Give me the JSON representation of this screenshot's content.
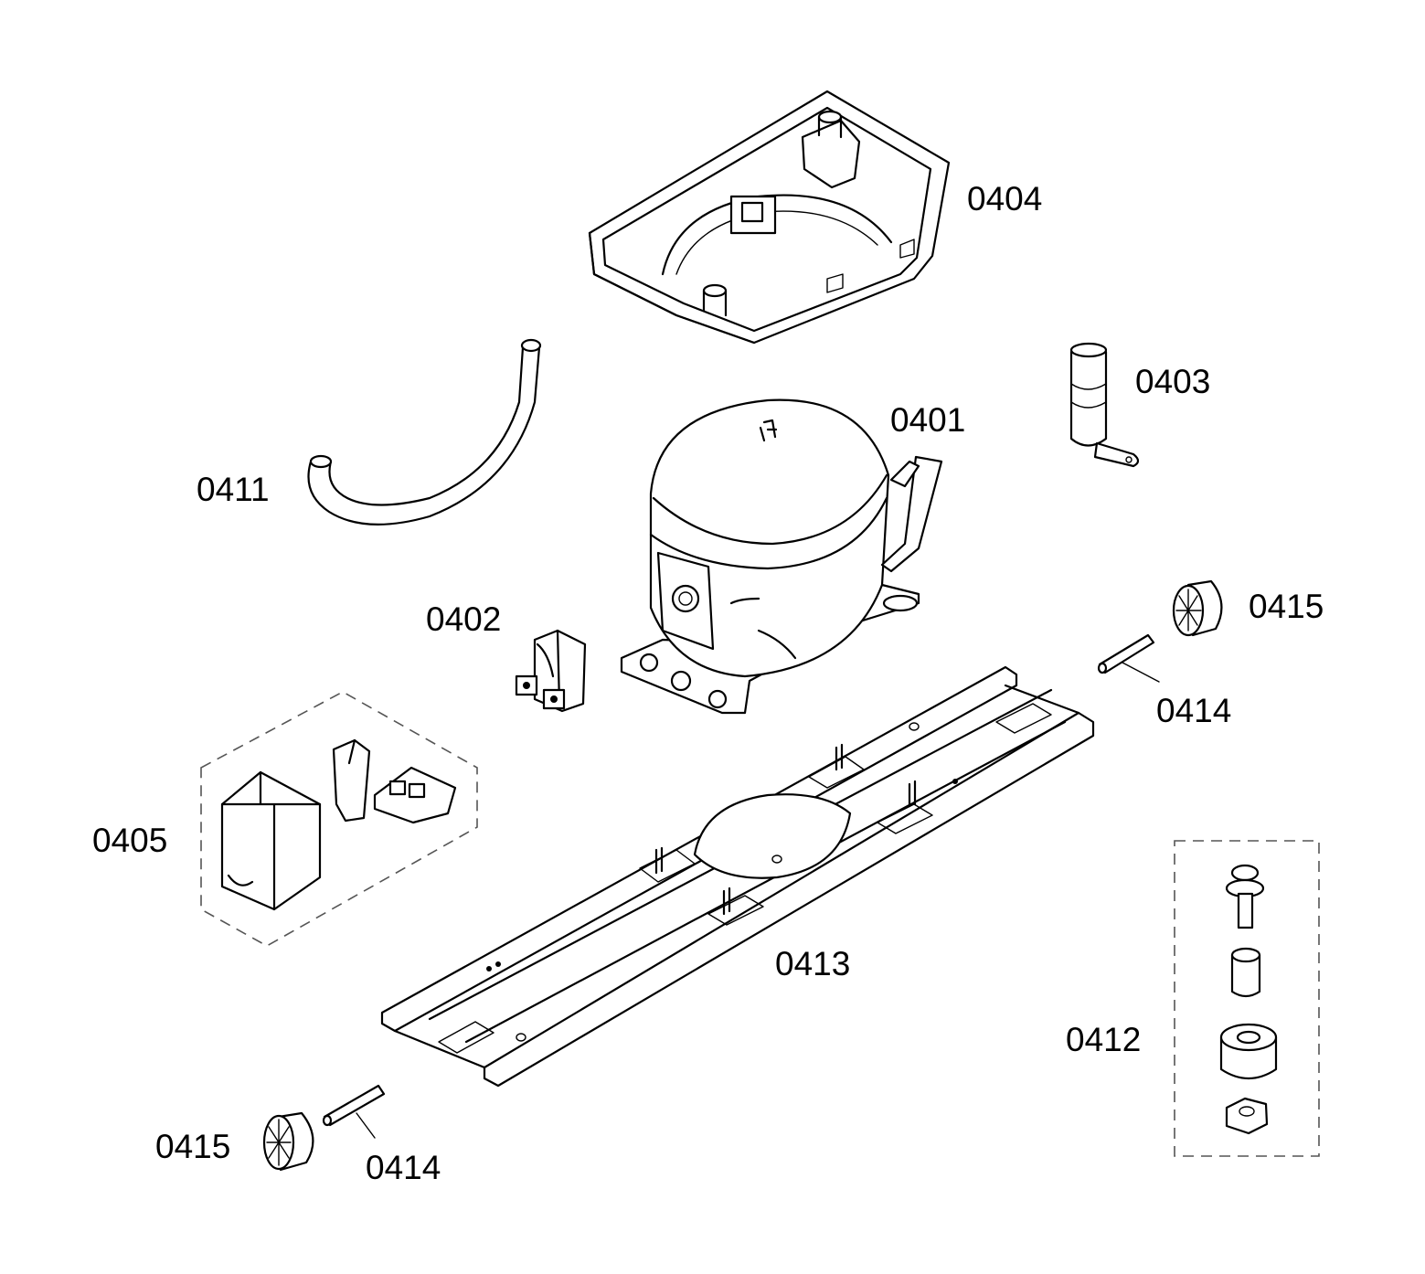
{
  "diagram": {
    "labels": {
      "p0401": "0401",
      "p0402": "0402",
      "p0403": "0403",
      "p0404": "0404",
      "p0405": "0405",
      "p0411": "0411",
      "p0412": "0412",
      "p0413": "0413",
      "p0414_right": "0414",
      "p0414_left": "0414",
      "p0415_right": "0415",
      "p0415_left": "0415"
    },
    "colors": {
      "line": "#000000",
      "background": "#ffffff",
      "group_border": "#555555"
    }
  }
}
